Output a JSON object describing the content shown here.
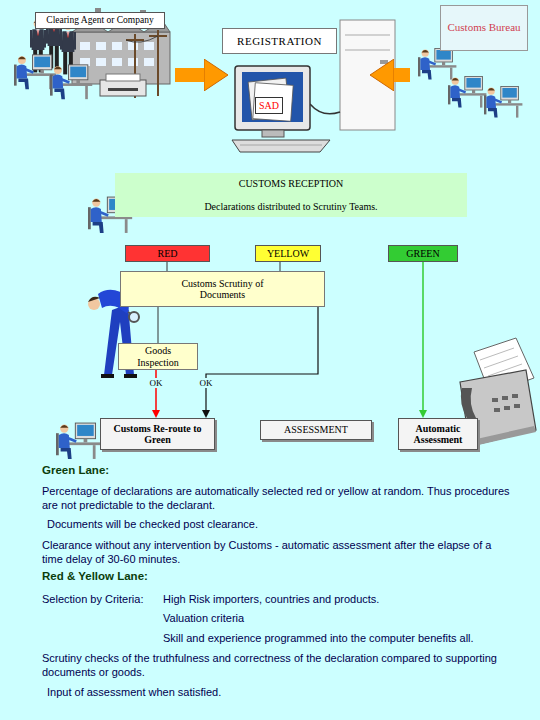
{
  "diagram": {
    "nodes": [
      {
        "text": [
          "Clearing Agent or Company"
        ]
      },
      {
        "text": [
          "REGISTRATION"
        ]
      },
      {
        "text": [
          "Customs Bureau"
        ]
      },
      {
        "text": [
          "SAD"
        ]
      },
      {
        "text": [
          "CUSTOMS RECEPTION",
          "Declarations distributed to Scrutiny Teams."
        ]
      },
      {
        "text": [
          "RED"
        ]
      },
      {
        "text": [
          "YELLOW"
        ]
      },
      {
        "text": [
          "GREEN"
        ]
      },
      {
        "text": [
          "Customs Scrutiny of Documents"
        ]
      },
      {
        "text": [
          "Goods Inspection"
        ]
      },
      {
        "text": [
          "Customs Re-route to Green"
        ]
      },
      {
        "text": [
          "ASSESSMENT"
        ]
      },
      {
        "text": [
          "Automatic Assessment"
        ]
      }
    ],
    "edges": [
      {
        "from": 0,
        "to": 3,
        "arrow": "to"
      },
      {
        "from": 2,
        "to": 3,
        "arrow": "to"
      },
      {
        "from": 5,
        "to": 8,
        "arrow": "none"
      },
      {
        "from": 6,
        "to": 8,
        "arrow": "none"
      },
      {
        "from": 8,
        "to": 9,
        "arrow": "none"
      },
      {
        "from": 9,
        "to": 10,
        "label": "OK",
        "arrow": "to"
      },
      {
        "from": 8,
        "to": 10,
        "label": "OK",
        "arrow": "to"
      },
      {
        "from": 7,
        "to": 12,
        "arrow": "to"
      }
    ],
    "labels": [
      "Green Lane:",
      "Percentage of declarations are automatically selected red or yellow at random. Thus procedures are not predictable to the declarant.",
      "Documents will be checked post clearance.",
      "Clearance without any intervention by Customs - automatic assessment after the elapse of a time delay of 30-60 minutes.",
      "Red & Yellow Lane:",
      "Selection by Criteria:",
      "High Risk importers, countries and products.",
      "Valuation criteria",
      "Skill and experience programmed into the computer benefits all.",
      "Scrutiny checks of the truthfulness and correctness of the declaration compared to supporting documents or goods.",
      "Input of assessment when satisfied."
    ]
  }
}
